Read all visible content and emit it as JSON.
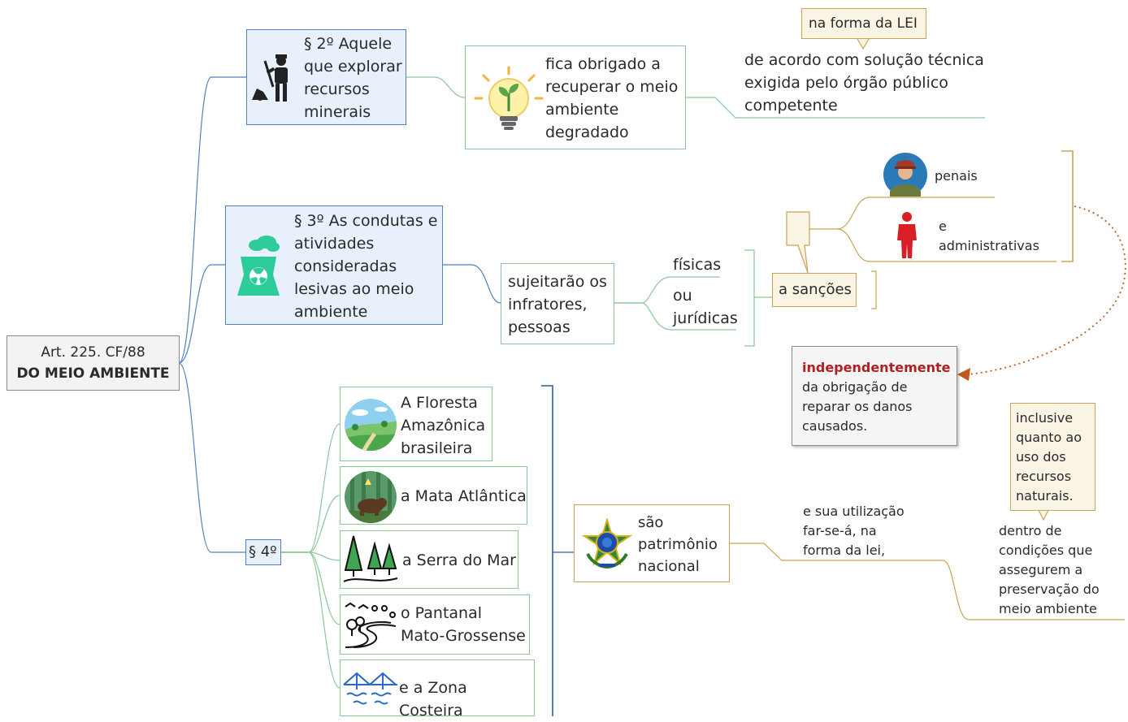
{
  "root": {
    "line1": "Art. 225. CF/88",
    "line2": "DO MEIO AMBIENTE"
  },
  "par2": {
    "label": "§ 2º Aquele\nque explorar\nrecursos\nminerais",
    "obligation": "fica obrigado a\nrecuperar o meio\nambiente\ndegradado",
    "callout": "na forma da LEI",
    "solution": "de acordo com solução técnica\nexigida pelo órgão público\ncompetente"
  },
  "par3": {
    "label": "§ 3º As condutas e\natividades\nconsideradas\nlesivas ao meio\nambiente",
    "subject": "sujeitarão os\ninfratores,\npessoas",
    "fisicas": "físicas",
    "juridicas": "ou\njurídicas",
    "sancoes": "a sanções",
    "penais": "penais",
    "administrativas": "e\nadministrativas",
    "note_bold": "independentemente",
    "note_rest": "da obrigação de\nreparar os danos\ncausados."
  },
  "par4": {
    "label": "§ 4º",
    "items": [
      "A Floresta\nAmazônica\nbrasileira",
      "a Mata Atlântica",
      "a Serra do Mar",
      "o Pantanal\nMato-Grossense",
      "e a Zona Costeira"
    ],
    "patrimonio": "são\npatrimônio\nnacional",
    "utilizacao": "e sua utilização\nfar-se-á, na\nforma da lei,",
    "condicoes": "dentro de\ncondições que\nassegurem a\npreservação do\nmeio ambiente",
    "inclusive": "inclusive\nquanto ao\nuso dos\nrecursos\nnaturais."
  },
  "colors": {
    "blue": "#4f81bd",
    "green": "#8cc79a",
    "tan": "#c8a454",
    "red": "#b02020",
    "arrow": "#c0581a"
  },
  "icons": [
    "miner-icon",
    "lightbulb-plant-icon",
    "nuclear-plant-icon",
    "soldier-avatar-icon",
    "person-icon",
    "forest-landscape-icon",
    "bear-forest-icon",
    "pine-trees-icon",
    "winding-road-icon",
    "bridge-icon",
    "brazil-coat-of-arms-icon"
  ]
}
